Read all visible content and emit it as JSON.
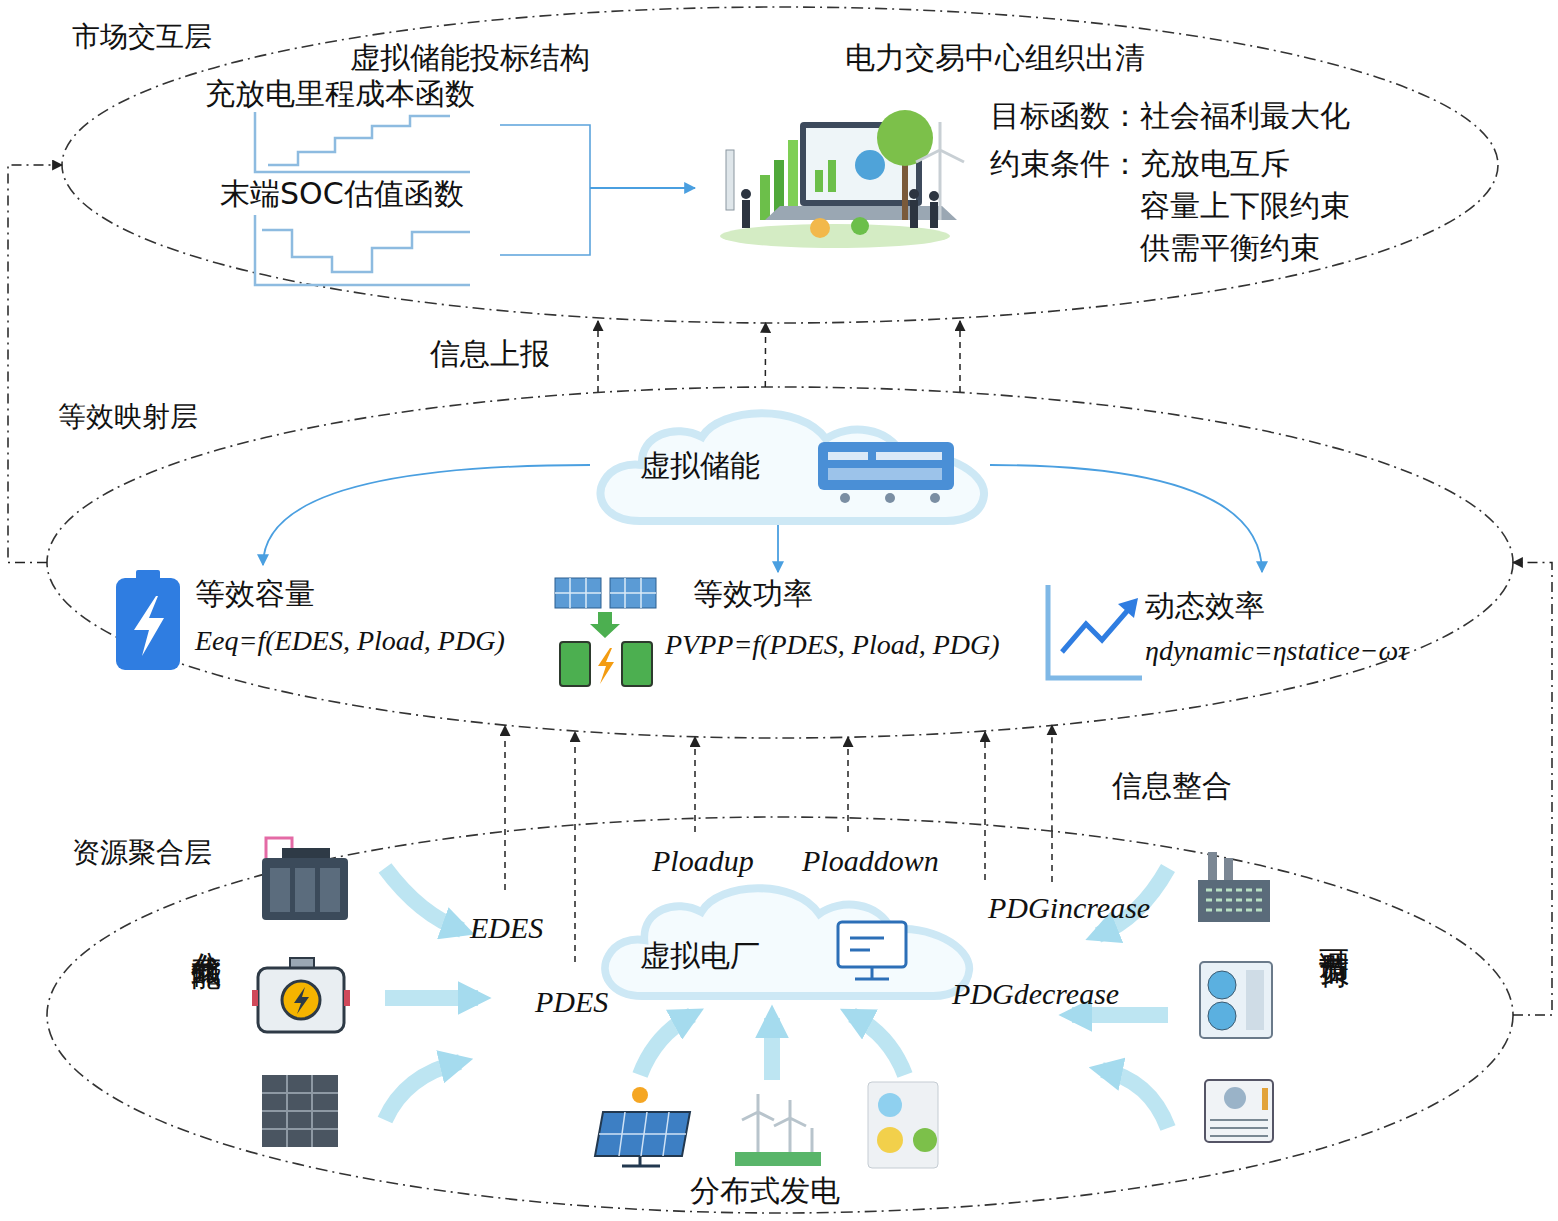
{
  "diagram": {
    "nodes": [
      {
        "text": [
          "市场交互层"
        ]
      },
      {
        "text": [
          "虚拟储能投标结构",
          "充放电里程成本函数",
          "末端SOC估值函数"
        ],
        "in": 0
      },
      {
        "text": [
          "电力交易中心组织出清",
          "目标函数：社会福利最大化",
          "约束条件：充放电互斥 容量上下限约束 供需平衡约束"
        ],
        "in": 0
      },
      {
        "text": [
          "等效映射层"
        ]
      },
      {
        "text": [
          "虚拟储能"
        ],
        "in": 3
      },
      {
        "text": [
          "等效容量",
          "Eeq=f(EDES, Pload, PDG)"
        ],
        "in": 3
      },
      {
        "text": [
          "等效功率",
          "PVPP=f(PDES, Pload, PDG)"
        ],
        "in": 3
      },
      {
        "text": [
          "动态效率",
          "ηdynamic=ηstatice−ωτ"
        ],
        "in": 3
      },
      {
        "text": [
          "资源聚合层"
        ]
      },
      {
        "text": [
          "虚拟电厂"
        ],
        "in": 8
      }
    ],
    "edges": [
      {
        "from": 1,
        "to": 2,
        "arrow": "to"
      },
      {
        "from": 4,
        "to": 5,
        "arrow": "to"
      },
      {
        "from": 4,
        "to": 6,
        "arrow": "to"
      },
      {
        "from": 4,
        "to": 7,
        "arrow": "to"
      },
      {
        "from": 3,
        "to": 0,
        "label": "信息上报",
        "arrow": "to"
      },
      {
        "from": 3,
        "to": 0,
        "arrow": "to"
      },
      {
        "from": 8,
        "to": 3,
        "label": "信息整合",
        "arrow": "to"
      },
      {
        "from": 8,
        "to": 3,
        "arrow": "to"
      }
    ],
    "labels": [
      "EDES",
      "PDES",
      "Ploadup",
      "Ploaddown",
      "PDGincrease",
      "PDGdecrease",
      "分布式储能",
      "分布式发电",
      "可调节负荷"
    ]
  }
}
